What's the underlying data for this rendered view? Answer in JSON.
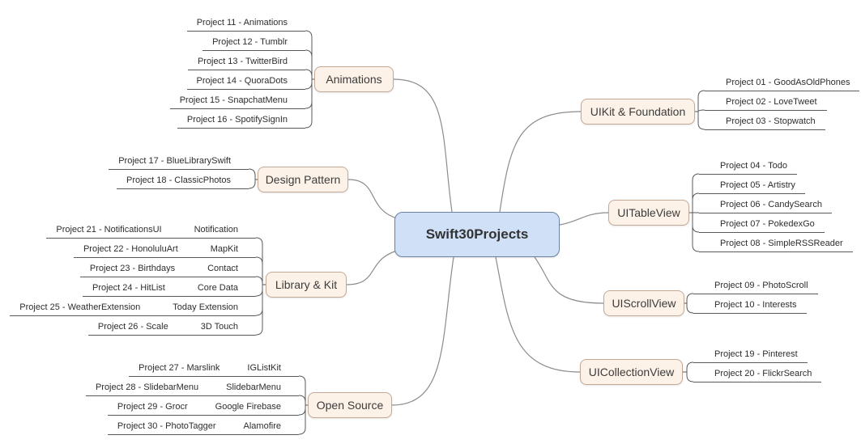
{
  "central": {
    "label": "Swift30Projects"
  },
  "branches": {
    "animations": {
      "label": "Animations",
      "leaves": [
        {
          "label": "Project 11 - Animations"
        },
        {
          "label": "Project 12 - Tumblr"
        },
        {
          "label": "Project 13 - TwitterBird"
        },
        {
          "label": "Project 14 - QuoraDots"
        },
        {
          "label": "Project 15 - SnapchatMenu"
        },
        {
          "label": "Project 16 - SpotifySignIn"
        }
      ]
    },
    "design_pattern": {
      "label": "Design Pattern",
      "leaves": [
        {
          "label": "Project 17 - BlueLibrarySwift"
        },
        {
          "label": "Project 18 - ClassicPhotos"
        }
      ]
    },
    "library_kit": {
      "label": "Library & Kit",
      "leaves": [
        {
          "label": "Project 21 - NotificationsUI",
          "tag": "Notification"
        },
        {
          "label": "Project 22 - HonoluluArt",
          "tag": "MapKit"
        },
        {
          "label": "Project 23 - Birthdays",
          "tag": "Contact"
        },
        {
          "label": "Project 24 - HitList",
          "tag": "Core Data"
        },
        {
          "label": "Project 25 - WeatherExtension",
          "tag": "Today Extension"
        },
        {
          "label": "Project 26 - Scale",
          "tag": "3D Touch"
        }
      ]
    },
    "open_source": {
      "label": "Open Source",
      "leaves": [
        {
          "label": "Project 27 - Marslink",
          "tag": "IGListKit"
        },
        {
          "label": "Project 28 - SlidebarMenu",
          "tag": "SlidebarMenu"
        },
        {
          "label": "Project 29 - Grocr",
          "tag": "Google Firebase"
        },
        {
          "label": "Project 30 - PhotoTagger",
          "tag": "Alamofire"
        }
      ]
    },
    "uikit_foundation": {
      "label": "UIKit & Foundation",
      "leaves": [
        {
          "label": "Project 01 - GoodAsOldPhones"
        },
        {
          "label": "Project 02 - LoveTweet"
        },
        {
          "label": "Project 03 - Stopwatch"
        }
      ]
    },
    "uitableview": {
      "label": "UITableView",
      "leaves": [
        {
          "label": "Project 04 - Todo"
        },
        {
          "label": "Project 05 - Artistry"
        },
        {
          "label": "Project 06 - CandySearch"
        },
        {
          "label": "Project 07 - PokedexGo"
        },
        {
          "label": "Project 08 - SimpleRSSReader"
        }
      ]
    },
    "uiscrollview": {
      "label": "UIScrollView",
      "leaves": [
        {
          "label": "Project 09 - PhotoScroll"
        },
        {
          "label": "Project 10 - Interests"
        }
      ]
    },
    "uicollectionview": {
      "label": "UICollectionView",
      "leaves": [
        {
          "label": "Project 19 - Pinterest"
        },
        {
          "label": "Project 20 - FlickrSearch"
        }
      ]
    }
  },
  "colors": {
    "bg": "#ffffff",
    "central_fill": "#cfe0f7",
    "central_border": "#6d81a0",
    "topic_fill": "#fdf2e8",
    "topic_border": "#c4a996",
    "branch_line": "#8c8c8c",
    "underline": "#595959"
  }
}
